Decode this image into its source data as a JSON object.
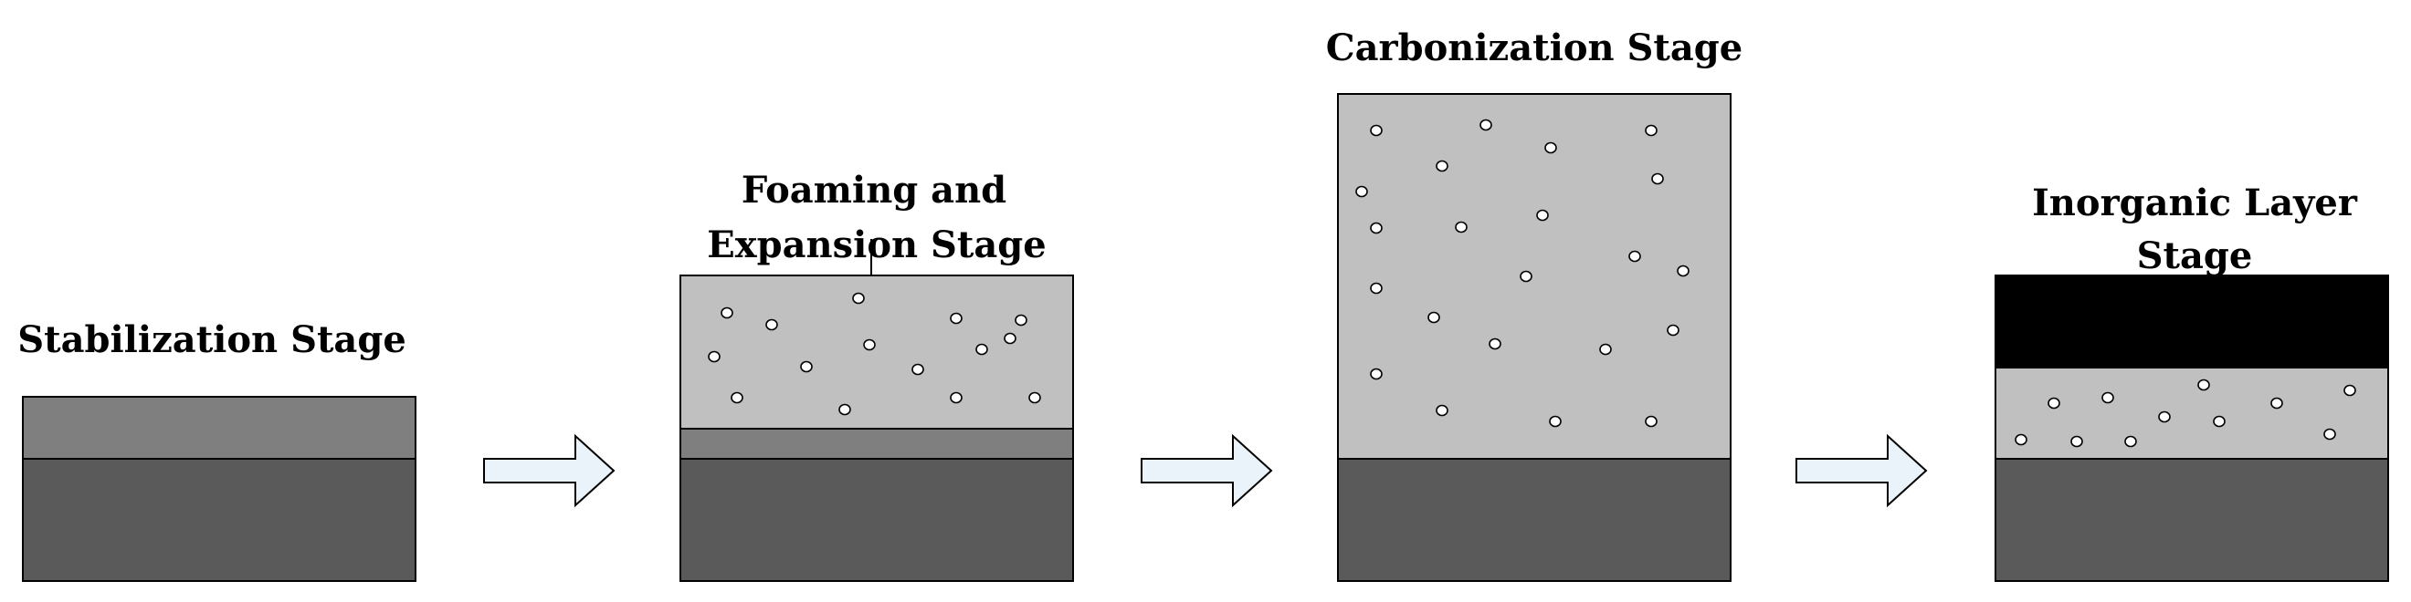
{
  "stages": [
    {
      "id": "stabilization",
      "title_lines": [
        "Stabilization Stage"
      ]
    },
    {
      "id": "foaming",
      "title_lines": [
        "Foaming and",
        "Expansion Stage"
      ]
    },
    {
      "id": "carbonization",
      "title_lines": [
        "Carbonization Stage"
      ]
    },
    {
      "id": "inorganic",
      "title_lines": [
        "Inorganic Layer",
        "Stage"
      ]
    }
  ],
  "colors": {
    "substrate": "#5a5a5a",
    "thin_layer": "#7f7f7f",
    "foam": "#c0c0c0",
    "inorganic_layer": "#000000",
    "arrow_fill": "#eaf2fa"
  }
}
